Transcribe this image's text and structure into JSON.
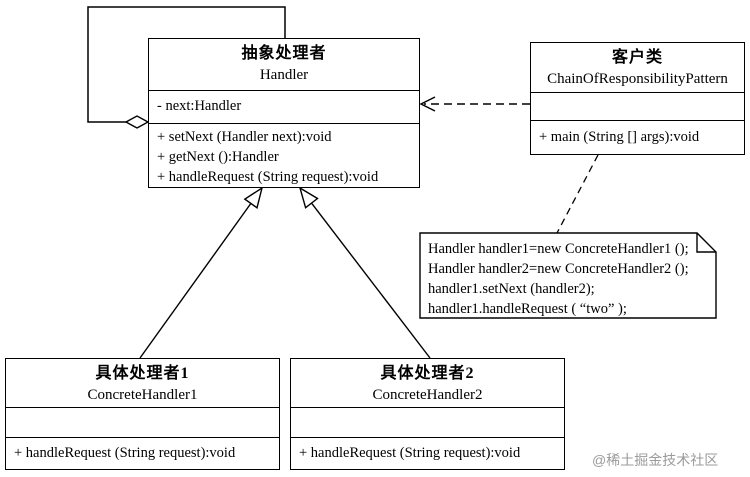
{
  "handler": {
    "title_cn": "抽象处理者",
    "title_en": "Handler",
    "attributes": [
      "- next:Handler"
    ],
    "methods": [
      "+ setNext (Handler next):void",
      "+ getNext ():Handler",
      "+ handleRequest (String request):void"
    ]
  },
  "client": {
    "title_cn": "客户类",
    "title_en": "ChainOfResponsibilityPattern",
    "methods": [
      "+ main (String [] args):void"
    ]
  },
  "concrete1": {
    "title_cn": "具体处理者1",
    "title_en": "ConcreteHandler1",
    "methods": [
      "+ handleRequest (String request):void"
    ]
  },
  "concrete2": {
    "title_cn": "具体处理者2",
    "title_en": "ConcreteHandler2",
    "methods": [
      "+ handleRequest (String request):void"
    ]
  },
  "note": {
    "lines": [
      "Handler handler1=new ConcreteHandler1 ();",
      "Handler handler2=new ConcreteHandler2 ();",
      "handler1.setNext (handler2);",
      "handler1.handleRequest ( “two” );"
    ]
  },
  "watermark": "@稀土掘金技术社区",
  "colors": {
    "line": "#000000",
    "background": "#ffffff",
    "watermark": "#9b9b9b"
  }
}
